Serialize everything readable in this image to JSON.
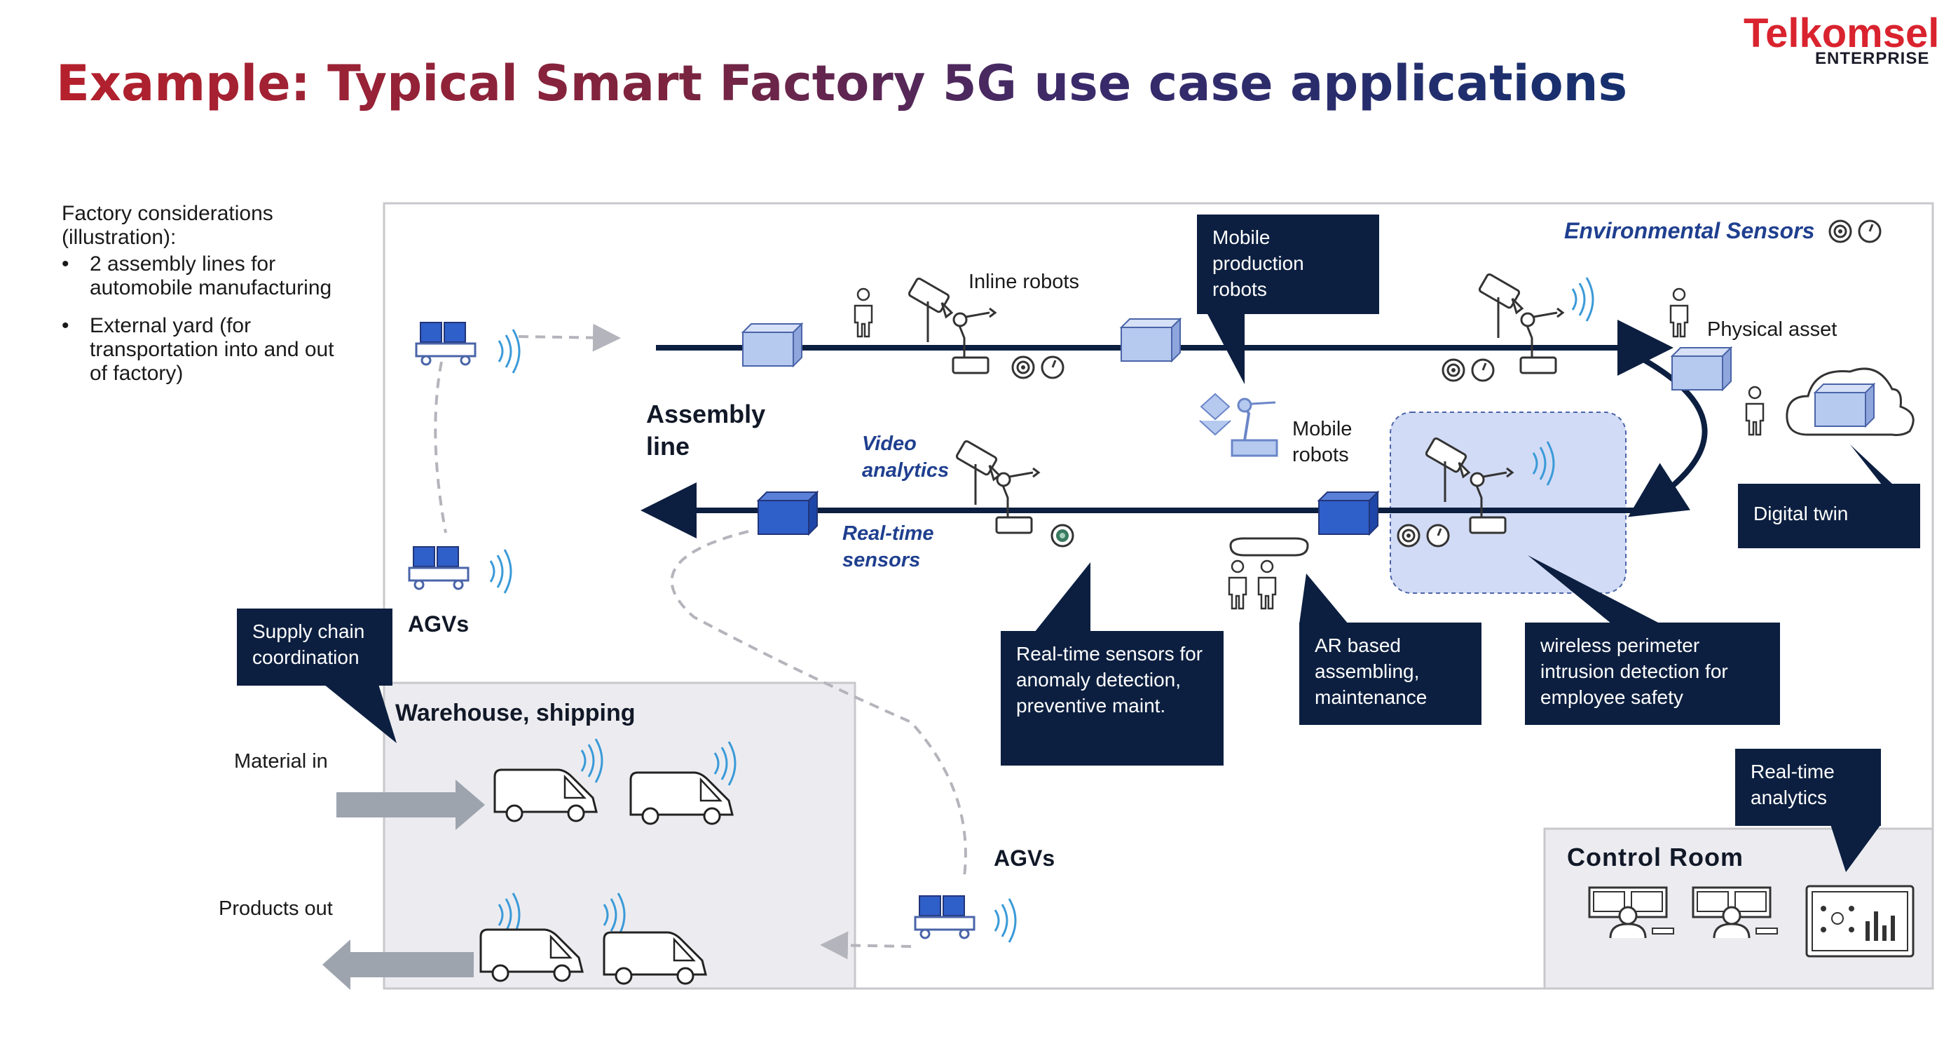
{
  "title": "Example: Typical Smart Factory 5G use case applications",
  "logo": {
    "brand": "Telkomsel",
    "sub": "ENTERPRISE"
  },
  "considerations": {
    "heading": "Factory  considerations (illustration):",
    "bullets": [
      "2 assembly lines for automobile manufacturing",
      "External yard (for transportation into and out of factory)"
    ]
  },
  "labels": {
    "environmental_sensors": "Environmental Sensors",
    "inline_robots": "Inline robots",
    "physical_asset": "Physical asset",
    "assembly_line": "Assembly line",
    "video_analytics": "Video analytics",
    "realtime_sensors": "Real-time sensors",
    "mobile_robots": "Mobile robots",
    "agvs_top": "AGVs",
    "agvs_bottom": "AGVs",
    "warehouse": "Warehouse,  shipping",
    "material_in": "Material in",
    "products_out": "Products  out",
    "control_room": "Control Room"
  },
  "callouts": {
    "mobile_production": "Mobile production robots",
    "digital_twin": "Digital  twin",
    "supply_chain": "Supply chain coordination",
    "realtime_anomaly": "Real-time  sensors for anomaly detection, preventive  maint.",
    "ar_assembling": "AR based assembling, maintenance",
    "wireless_perimeter": "wireless  perimeter intrusion detection for employee safety",
    "realtime_analytics": "Real-time analytics"
  },
  "colors": {
    "title_red": "#b5202c",
    "title_navy": "#15306e",
    "callout_bg": "#0c1f40",
    "line_navy": "#0c1f40",
    "box_light": "#b6c9ef",
    "box_dark": "#2f5fc8",
    "wifi_blue": "#3a9ad8",
    "highlight": "#d2dbf5",
    "warehouse_bg": "#ececf0",
    "logo_red": "#d9232e"
  }
}
